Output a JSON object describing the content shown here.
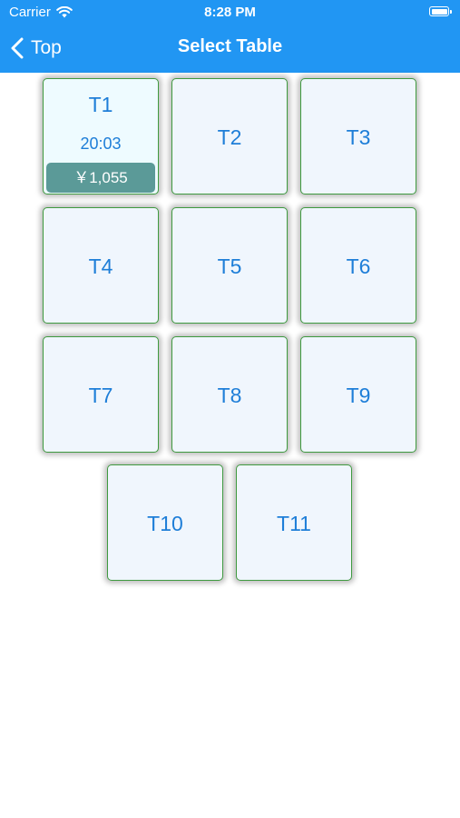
{
  "status_bar": {
    "carrier": "Carrier",
    "time": "8:28 PM",
    "icons": [
      "wifi-icon",
      "battery-icon"
    ]
  },
  "nav": {
    "back_label": "Top",
    "title": "Select Table"
  },
  "colors": {
    "header": "#2196f3",
    "tile_text": "#1e7ed8",
    "tile_border": "#3f9a3f",
    "amount_badge": "#5b9a98"
  },
  "tables": [
    {
      "name": "T1",
      "time": "20:03",
      "amount": "￥1,055"
    },
    {
      "name": "T2"
    },
    {
      "name": "T3"
    },
    {
      "name": "T4"
    },
    {
      "name": "T5"
    },
    {
      "name": "T6"
    },
    {
      "name": "T7"
    },
    {
      "name": "T8"
    },
    {
      "name": "T9"
    },
    {
      "name": "T10"
    },
    {
      "name": "T11"
    }
  ]
}
